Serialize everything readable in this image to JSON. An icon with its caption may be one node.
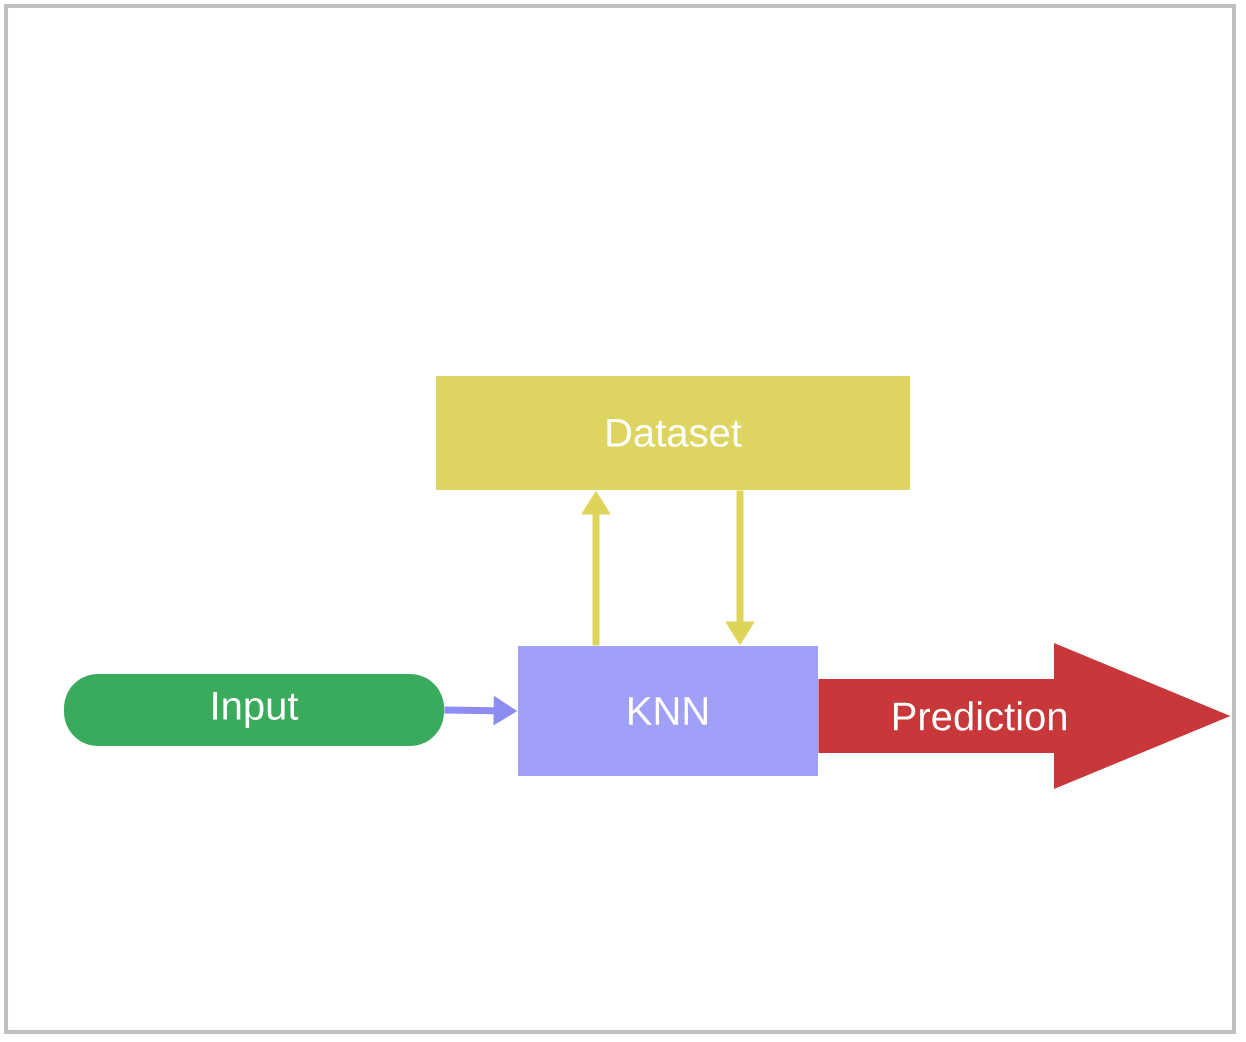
{
  "diagram": {
    "nodes": [
      {
        "text": [
          "Dataset"
        ]
      },
      {
        "text": [
          "Input"
        ]
      },
      {
        "text": [
          "KNN"
        ]
      },
      {
        "text": [
          "Prediction"
        ]
      }
    ],
    "edges": [
      {
        "from": 1,
        "to": 2,
        "arrow": "to",
        "color": "#8c8cf2"
      },
      {
        "from": 2,
        "to": 0,
        "arrow": "to",
        "color": "#ddd45a"
      },
      {
        "from": 0,
        "to": 2,
        "arrow": "to",
        "color": "#ddd45a"
      }
    ]
  }
}
